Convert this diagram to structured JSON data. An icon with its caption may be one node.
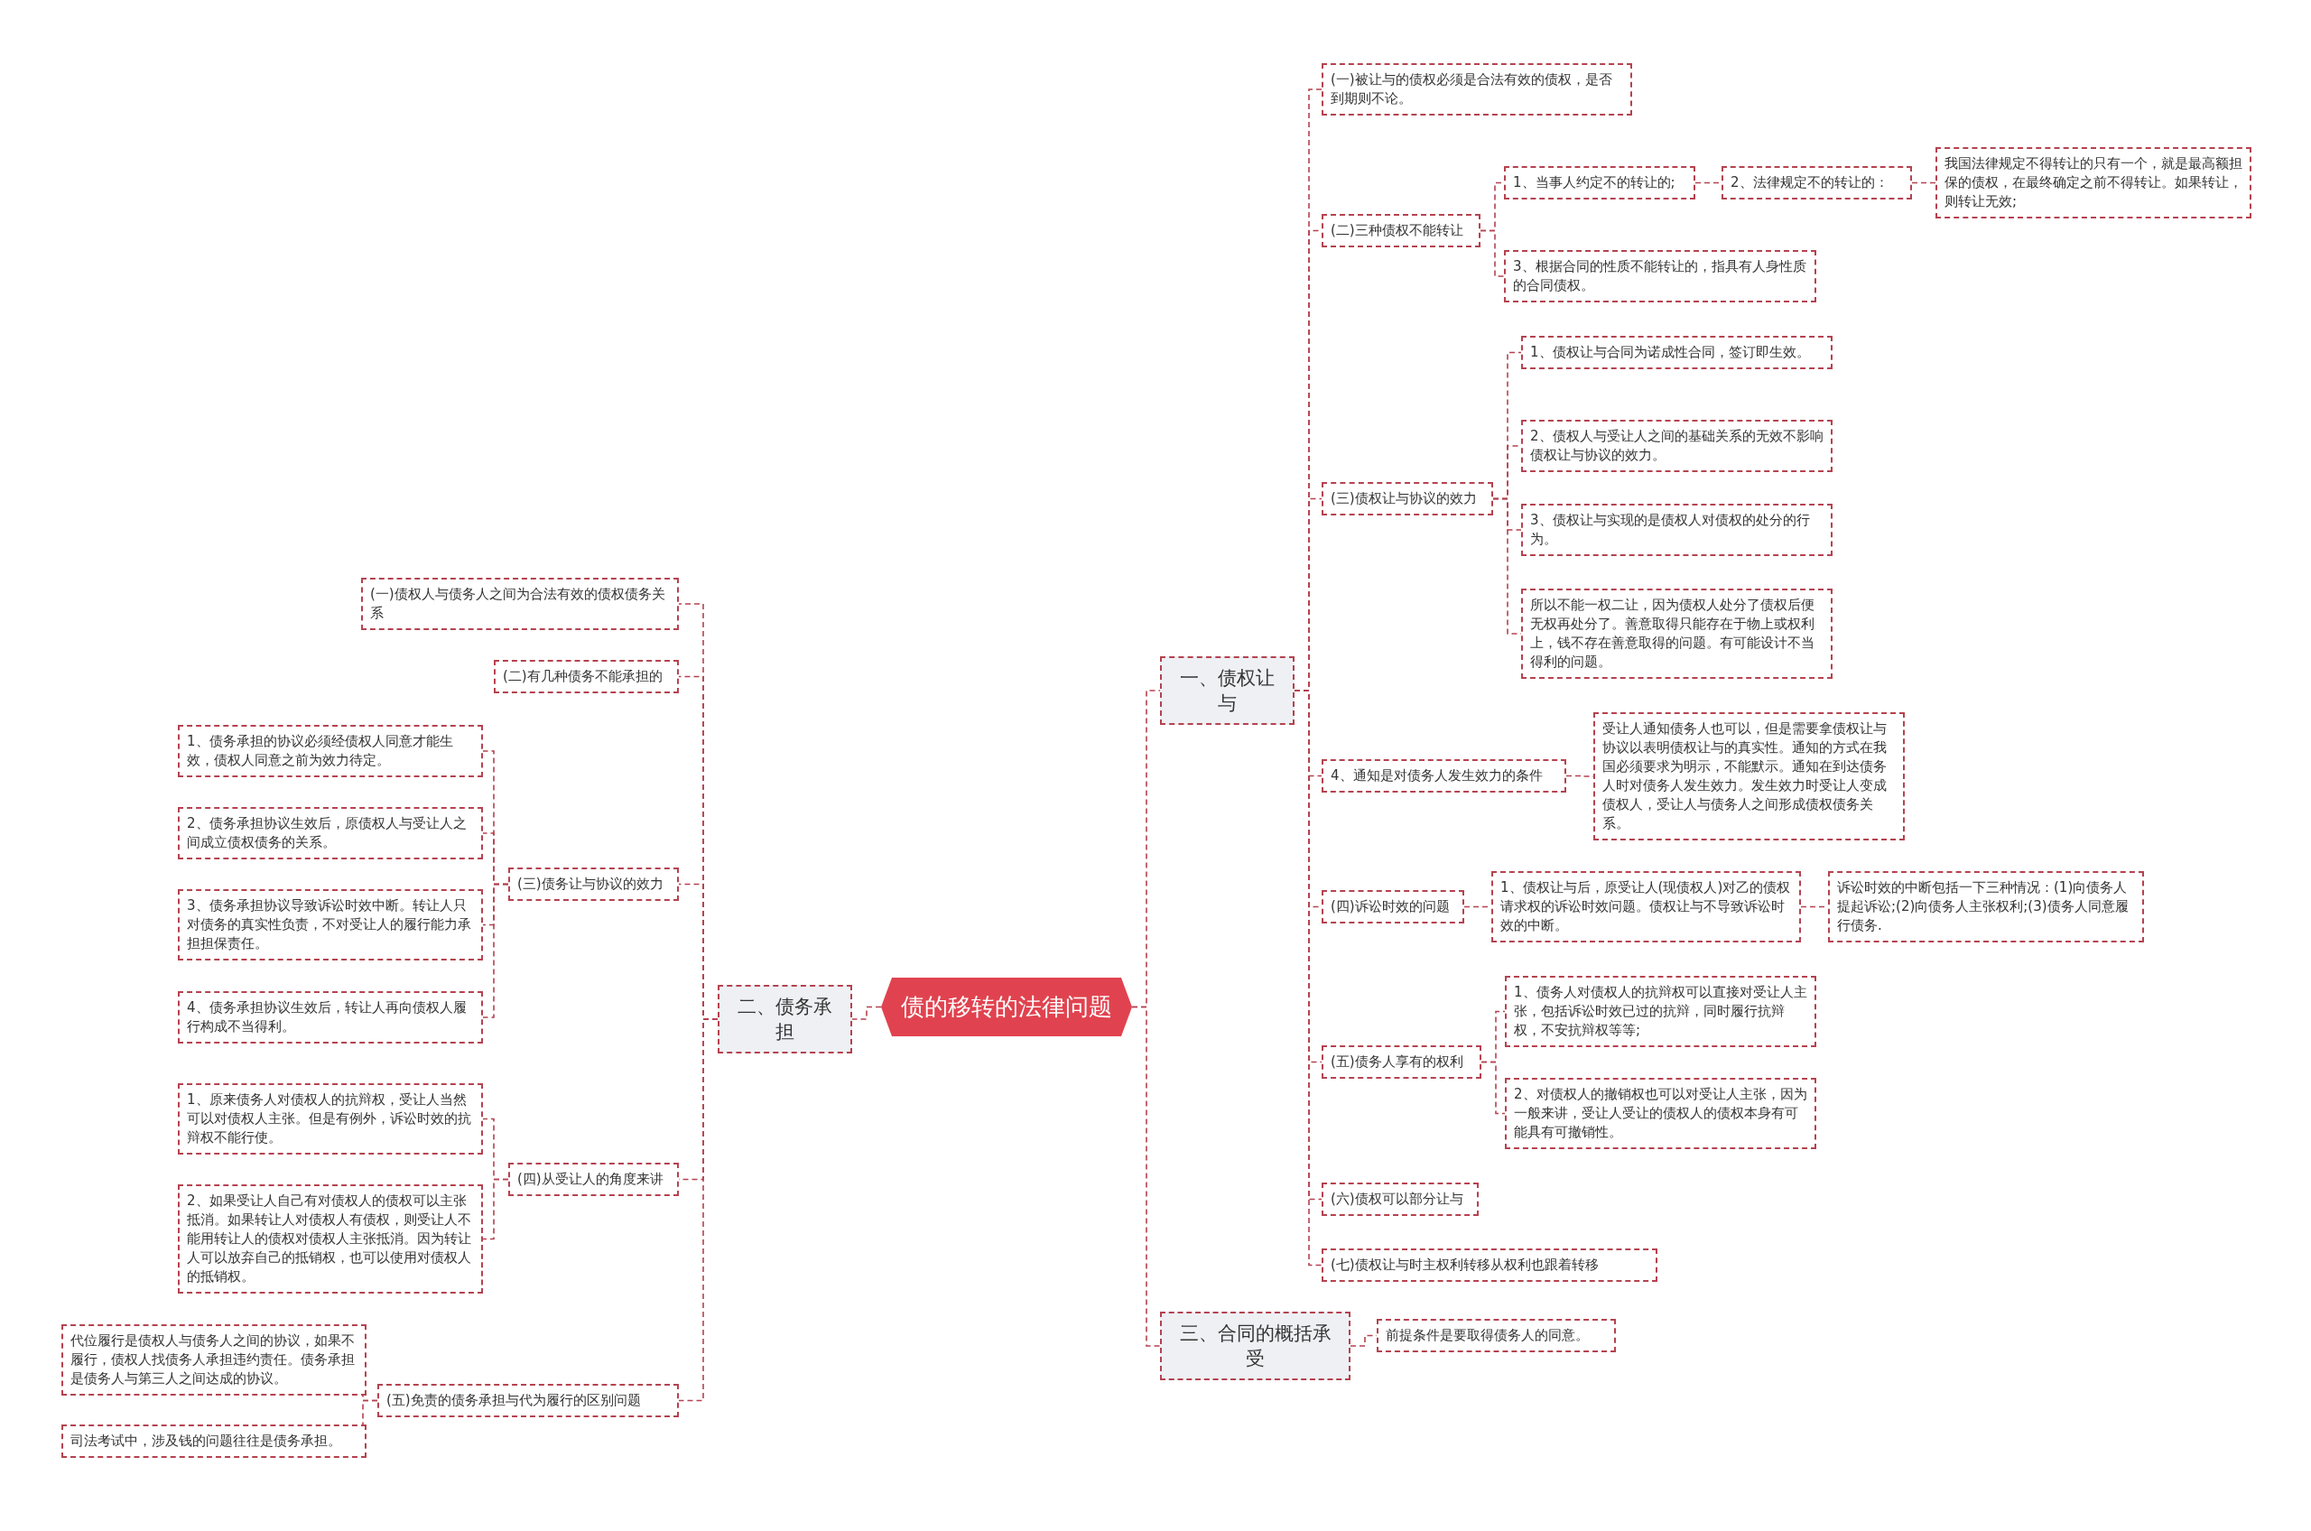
{
  "diagram": {
    "nodes": [
      {
        "text": [
          "债的移转的法律问题"
        ]
      },
      {
        "text": [
          "一、债权让与"
        ]
      },
      {
        "text": [
          "(一)被让与的债权必须是合法有效的债权，是否到期则不论。"
        ]
      },
      {
        "text": [
          "(二)三种债权不能转让"
        ]
      },
      {
        "text": [
          "1、当事人约定不的转让的;"
        ]
      },
      {
        "text": [
          "2、法律规定不的转让的："
        ]
      },
      {
        "text": [
          "我国法律规定不得转让的只有一个，就是最高额担保的债权，在最终确定之前不得转让。如果转让，则转让无效;"
        ]
      },
      {
        "text": [
          "3、根据合同的性质不能转让的，指具有人身性质的合同债权。"
        ]
      },
      {
        "text": [
          "(三)债权让与协议的效力"
        ]
      },
      {
        "text": [
          "1、债权让与合同为诺成性合同，签订即生效。"
        ]
      },
      {
        "text": [
          "2、债权人与受让人之间的基础关系的无效不影响债权让与协议的效力。"
        ]
      },
      {
        "text": [
          "3、债权让与实现的是债权人对债权的处分的行为。"
        ]
      },
      {
        "text": [
          "所以不能一权二让，因为债权人处分了债权后便无权再处分了。善意取得只能存在于物上或权利上，钱不存在善意取得的问题。有可能设计不当得利的问题。"
        ]
      },
      {
        "text": [
          "4、通知是对债务人发生效力的条件"
        ]
      },
      {
        "text": [
          "受让人通知债务人也可以，但是需要拿债权让与协议以表明债权让与的真实性。通知的方式在我国必须要求为明示，不能默示。通知在到达债务人时对债务人发生效力。发生效力时受让人变成债权人，受让人与债务人之间形成债权债务关系。"
        ]
      },
      {
        "text": [
          "(四)诉讼时效的问题"
        ]
      },
      {
        "text": [
          "1、债权让与后，原受让人(现债权人)对乙的债权请求权的诉讼时效问题。债权让与不导致诉讼时效的中断。"
        ]
      },
      {
        "text": [
          "诉讼时效的中断包括一下三种情况：(1)向债务人提起诉讼;(2)向债务人主张权利;(3)债务人同意履行债务."
        ]
      },
      {
        "text": [
          "(五)债务人享有的权利"
        ]
      },
      {
        "text": [
          "1、债务人对债权人的抗辩权可以直接对受让人主张，包括诉讼时效已过的抗辩，同时履行抗辩权，不安抗辩权等等;"
        ]
      },
      {
        "text": [
          "2、对债权人的撤销权也可以对受让人主张，因为一般来讲，受让人受让的债权人的债权本身有可能具有可撤销性。"
        ]
      },
      {
        "text": [
          "(六)债权可以部分让与"
        ]
      },
      {
        "text": [
          "(七)债权让与时主权利转移从权利也跟着转移"
        ]
      },
      {
        "text": [
          "三、合同的概括承受"
        ]
      },
      {
        "text": [
          "前提条件是要取得债务人的同意。"
        ]
      },
      {
        "text": [
          "二、债务承担"
        ]
      },
      {
        "text": [
          "(一)债权人与债务人之间为合法有效的债权债务关系"
        ]
      },
      {
        "text": [
          "(二)有几种债务不能承担的"
        ]
      },
      {
        "text": [
          "(三)债务让与协议的效力"
        ]
      },
      {
        "text": [
          "1、债务承担的协议必须经债权人同意才能生效，债权人同意之前为效力待定。"
        ]
      },
      {
        "text": [
          "2、债务承担协议生效后，原债权人与受让人之间成立债权债务的关系。"
        ]
      },
      {
        "text": [
          "3、债务承担协议导致诉讼时效中断。转让人只对债务的真实性负责，不对受让人的履行能力承担担保责任。"
        ]
      },
      {
        "text": [
          "4、债务承担协议生效后，转让人再向债权人履行构成不当得利。"
        ]
      },
      {
        "text": [
          "(四)从受让人的角度来讲"
        ]
      },
      {
        "text": [
          "1、原来债务人对债权人的抗辩权，受让人当然可以对债权人主张。但是有例外，诉讼时效的抗辩权不能行使。"
        ]
      },
      {
        "text": [
          "2、如果受让人自己有对债权人的债权可以主张抵消。如果转让人对债权人有债权，则受让人不能用转让人的债权对债权人主张抵消。因为转让人可以放弃自己的抵销权，也可以使用对债权人的抵销权。"
        ]
      },
      {
        "text": [
          "(五)免责的债务承担与代为履行的区别问题"
        ]
      },
      {
        "text": [
          "代位履行是债权人与债务人之间的协议，如果不履行，债权人找债务人承担违约责任。债务承担是债务人与第三人之间达成的协议。"
        ]
      },
      {
        "text": [
          "司法考试中，涉及钱的问题往往是债务承担。"
        ]
      }
    ],
    "edges": [
      {
        "from": 0,
        "to": 1,
        "arrow": "none",
        "style": "dashed"
      },
      {
        "from": 1,
        "to": 2,
        "arrow": "none",
        "style": "dashed"
      },
      {
        "from": 1,
        "to": 3,
        "arrow": "none",
        "style": "dashed"
      },
      {
        "from": 3,
        "to": 4,
        "arrow": "none",
        "style": "dashed"
      },
      {
        "from": 4,
        "to": 5,
        "arrow": "none",
        "style": "dashed"
      },
      {
        "from": 5,
        "to": 6,
        "arrow": "none",
        "style": "dashed"
      },
      {
        "from": 3,
        "to": 7,
        "arrow": "none",
        "style": "dashed"
      },
      {
        "from": 1,
        "to": 8,
        "arrow": "none",
        "style": "dashed"
      },
      {
        "from": 8,
        "to": 9,
        "arrow": "none",
        "style": "dashed"
      },
      {
        "from": 8,
        "to": 10,
        "arrow": "none",
        "style": "dashed"
      },
      {
        "from": 8,
        "to": 11,
        "arrow": "none",
        "style": "dashed"
      },
      {
        "from": 8,
        "to": 12,
        "arrow": "none",
        "style": "dashed"
      },
      {
        "from": 1,
        "to": 13,
        "arrow": "none",
        "style": "dashed"
      },
      {
        "from": 13,
        "to": 14,
        "arrow": "none",
        "style": "dashed"
      },
      {
        "from": 1,
        "to": 15,
        "arrow": "none",
        "style": "dashed"
      },
      {
        "from": 15,
        "to": 16,
        "arrow": "none",
        "style": "dashed"
      },
      {
        "from": 16,
        "to": 17,
        "arrow": "none",
        "style": "dashed"
      },
      {
        "from": 1,
        "to": 18,
        "arrow": "none",
        "style": "dashed"
      },
      {
        "from": 18,
        "to": 19,
        "arrow": "none",
        "style": "dashed"
      },
      {
        "from": 18,
        "to": 20,
        "arrow": "none",
        "style": "dashed"
      },
      {
        "from": 1,
        "to": 21,
        "arrow": "none",
        "style": "dashed"
      },
      {
        "from": 1,
        "to": 22,
        "arrow": "none",
        "style": "dashed"
      },
      {
        "from": 0,
        "to": 23,
        "arrow": "none",
        "style": "dashed"
      },
      {
        "from": 23,
        "to": 24,
        "arrow": "none",
        "style": "dashed"
      },
      {
        "from": 0,
        "to": 25,
        "arrow": "none",
        "style": "dashed"
      },
      {
        "from": 25,
        "to": 26,
        "arrow": "none",
        "style": "dashed"
      },
      {
        "from": 25,
        "to": 27,
        "arrow": "none",
        "style": "dashed"
      },
      {
        "from": 25,
        "to": 28,
        "arrow": "none",
        "style": "dashed"
      },
      {
        "from": 28,
        "to": 29,
        "arrow": "none",
        "style": "dashed"
      },
      {
        "from": 28,
        "to": 30,
        "arrow": "none",
        "style": "dashed"
      },
      {
        "from": 28,
        "to": 31,
        "arrow": "none",
        "style": "dashed"
      },
      {
        "from": 28,
        "to": 32,
        "arrow": "none",
        "style": "dashed"
      },
      {
        "from": 25,
        "to": 33,
        "arrow": "none",
        "style": "dashed"
      },
      {
        "from": 33,
        "to": 34,
        "arrow": "none",
        "style": "dashed"
      },
      {
        "from": 33,
        "to": 35,
        "arrow": "none",
        "style": "dashed"
      },
      {
        "from": 25,
        "to": 36,
        "arrow": "none",
        "style": "dashed"
      },
      {
        "from": 36,
        "to": 37,
        "arrow": "none",
        "style": "dashed"
      },
      {
        "from": 36,
        "to": 38,
        "arrow": "none",
        "style": "dashed"
      }
    ]
  }
}
